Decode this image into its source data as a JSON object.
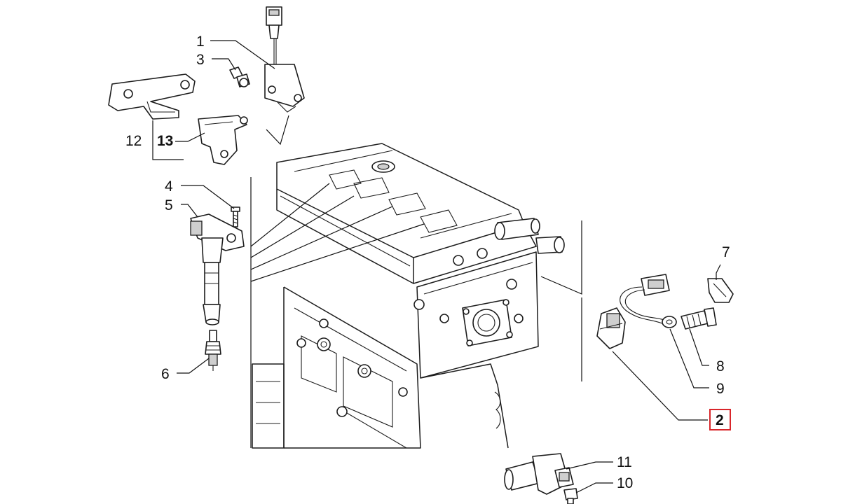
{
  "diagram": {
    "labels": {
      "p1": "1",
      "p2": "2",
      "p3": "3",
      "p4": "4",
      "p5": "5",
      "p6": "6",
      "p7": "7",
      "p8": "8",
      "p9": "9",
      "p10": "10",
      "p11": "11",
      "p12": "12",
      "p13": "13"
    },
    "highlighted_part": "2",
    "highlight_color": "#d9262b",
    "line_color": "#1c1c1c"
  }
}
